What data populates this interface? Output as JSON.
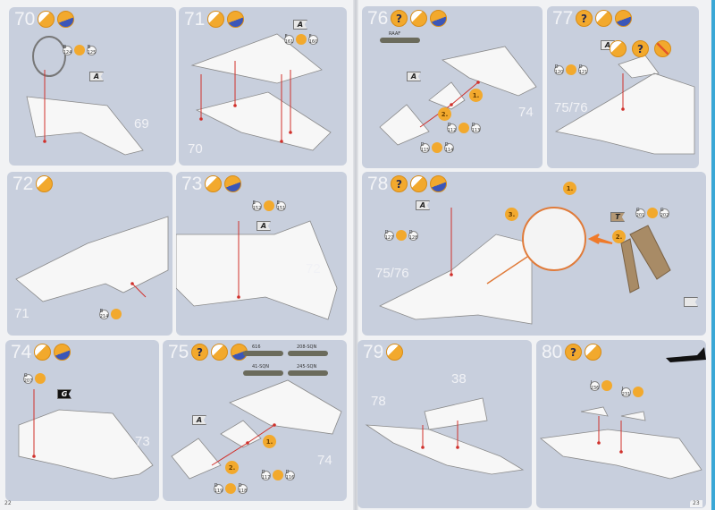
{
  "pages": {
    "left_number": "22",
    "right_number": "23"
  },
  "steps": [
    {
      "step": "70",
      "icons": [
        "paint",
        "brush"
      ],
      "parts": {
        "a": "B 124",
        "b": "B 125"
      },
      "flags": [
        "A"
      ],
      "refs": [
        "69"
      ]
    },
    {
      "step": "71",
      "icons": [
        "paint",
        "brush"
      ],
      "parts": {
        "a": "F 161",
        "b": "F 160"
      },
      "flags": [
        "A"
      ],
      "refs": [
        "70"
      ]
    },
    {
      "step": "72",
      "icons": [
        "paint"
      ],
      "parts": {
        "a": "B 214"
      },
      "refs": [
        "71"
      ]
    },
    {
      "step": "73",
      "icons": [
        "paint",
        "brush"
      ],
      "parts": {
        "a": "E 152",
        "b": "E 151"
      },
      "flags": [
        "A"
      ],
      "refs": [
        "72"
      ]
    },
    {
      "step": "74",
      "icons": [
        "paint",
        "brush"
      ],
      "parts": {
        "a": "G 207"
      },
      "flags": [
        "G"
      ],
      "refs": [
        "73"
      ]
    },
    {
      "step": "75",
      "icons": [
        "question",
        "paint",
        "brush"
      ],
      "markings": [
        "616",
        "41-SQN",
        "208-SQN",
        "245-SQN"
      ],
      "subs": [
        "1.",
        "2."
      ],
      "parts": {
        "a": "D 117",
        "b": "D 116",
        "c": "D 119",
        "d": "D 118"
      },
      "flags": [
        "A"
      ],
      "refs": [
        "74"
      ]
    },
    {
      "step": "76",
      "icons": [
        "question",
        "paint",
        "brush"
      ],
      "markings": [
        "RAAF"
      ],
      "subs": [
        "1.",
        "2."
      ],
      "parts": {
        "a": "D 112",
        "b": "D 113",
        "c": "D 115",
        "d": "D 114"
      },
      "flags": [
        "A"
      ],
      "refs": [
        "74"
      ]
    },
    {
      "step": "77",
      "icons": [
        "question",
        "paint",
        "brush"
      ],
      "parts": {
        "a": "D 120",
        "b": "D 121"
      },
      "flags": [
        "A"
      ],
      "refs": [
        "75/76"
      ],
      "choice": "?"
    },
    {
      "step": "78",
      "icons": [
        "question",
        "paint",
        "brush"
      ],
      "subs": [
        "1.",
        "2.",
        "3."
      ],
      "parts": {
        "a": "D 127",
        "b": "D 128",
        "c": "G 201",
        "d": "G 202"
      },
      "flags": [
        "A",
        "T"
      ],
      "refs": [
        "75/76"
      ]
    },
    {
      "step": "79",
      "icons": [
        "paint"
      ],
      "refs": [
        "78",
        "38"
      ]
    },
    {
      "step": "80",
      "icons": [
        "question",
        "paint"
      ],
      "parts": {
        "a": "J 236",
        "b": "J 231"
      }
    }
  ],
  "icon_glyphs": {
    "question": "?",
    "glue": "•"
  },
  "colors": {
    "panel": "#c8cfdd",
    "accent": "#f2a92d",
    "arrow": "#d0302b"
  }
}
